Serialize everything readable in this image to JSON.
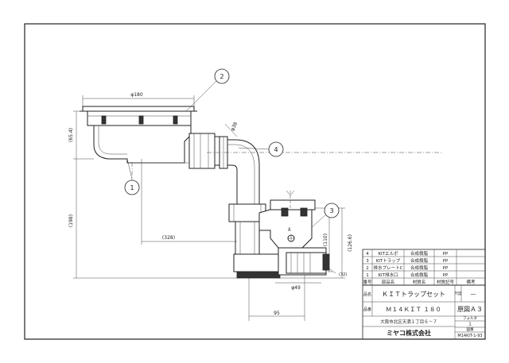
{
  "drawing": {
    "dimensions": {
      "dia_180": "φ180",
      "dia_38": "φ38",
      "dia_49": "φ49",
      "d_65_4": "(65.4)",
      "d_198": "(198)",
      "d_328": "(328)",
      "d_110": "(110)",
      "d_126_6": "(126.6)",
      "d_32": "(32)",
      "d_95": "95"
    },
    "balloons": [
      "1",
      "2",
      "3",
      "4"
    ]
  },
  "parts_table": {
    "headers": [
      "番号",
      "部品名",
      "材質名",
      "材質記号",
      "備考"
    ],
    "rows": [
      {
        "no": "4",
        "name": "KITエルボ",
        "material": "合成樹脂",
        "code": "PP",
        "note": ""
      },
      {
        "no": "3",
        "name": "KITトラップ",
        "material": "合成樹脂",
        "code": "PP",
        "note": ""
      },
      {
        "no": "2",
        "name": "排水プレートC",
        "material": "合成樹脂",
        "code": "PP",
        "note": ""
      },
      {
        "no": "1",
        "name": "KIT排水口",
        "material": "合成樹脂",
        "code": "PP",
        "note": ""
      }
    ]
  },
  "title_block": {
    "name_label": "品名",
    "name": "ＫＩＴトラップセット",
    "number_label": "品番",
    "number": "Ｍ１４ＫＩＴ １８０",
    "scale_label": "尺度",
    "scale": "—",
    "sheet": "原図Ａ３",
    "folder_label": "フォルダ",
    "folder": "１",
    "drawing_no_label": "図番",
    "drawing_no": "M14KIT-1-93",
    "address": "大阪市北区天満１丁目６－７",
    "company": "ミヤコ株式会社"
  }
}
